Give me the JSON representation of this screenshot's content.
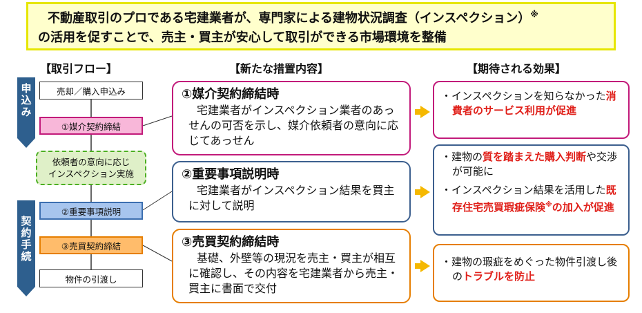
{
  "header": {
    "line1": "不動産取引のプロである宅建業者が、専門家による建物状況調査（インスペクション）",
    "line1_mark": "※",
    "line2": "の活用を促すことで、売主・買主が安心して取引ができる市場環境を整備"
  },
  "columns": {
    "flow": "【取引フロー】",
    "measures": "【新たな措置内容】",
    "effects": "【期待される効果】"
  },
  "phases": {
    "application": "申込み",
    "contract": "契約手続"
  },
  "flow": {
    "step1": "売却／購入申込み",
    "step2": "①媒介契約締結",
    "step3_line1": "依頼者の意向に応じ",
    "step3_line2": "インスペクション実施",
    "step4": "②重要事項説明",
    "step5": "③売買契約締結",
    "step6": "物件の引渡し"
  },
  "measures": {
    "m1": {
      "title": "①媒介契約締結時",
      "body": "宅建業者がインスペクション業者のあっせんの可否を示し、媒介依頼者の意向に応じてあっせん"
    },
    "m2": {
      "title": "②重要事項説明時",
      "body": "宅建業者がインスペクション結果を買主に対して説明"
    },
    "m3": {
      "title": "③売買契約締結時",
      "body": "基礎、外壁等の現況を売主・買主が相互に確認し、その内容を宅建業者から売主・買主に書面で交付"
    }
  },
  "effects": {
    "e1": {
      "bullet": "・",
      "t1": "インスペクションを知らなかった",
      "t2": "消費者のサービス利用が促進"
    },
    "e2": {
      "bullet": "・",
      "a1": "建物の",
      "a2": "質を踏まえた購入判断",
      "a3": "や交渉が可能に",
      "b1": "インスペクション結果を活用した",
      "b2": "既存住宅売買瑕疵保険",
      "b_mark": "※",
      "b3": "の加入が促進"
    },
    "e3": {
      "bullet": "・",
      "t1": "建物の瑕疵をめぐった物件引渡し後の",
      "t2": "トラブルを防止"
    }
  },
  "colors": {
    "header_bg": "#ffffcc",
    "header_border": "#e6e600",
    "pink": "#c21a7a",
    "blue": "#3c5f8e",
    "orange": "#e67e00",
    "green": "#4caf22",
    "arrow": "#f5b800",
    "emphasis_red": "#e0201a",
    "phase_bg": "#2e5f8e"
  }
}
